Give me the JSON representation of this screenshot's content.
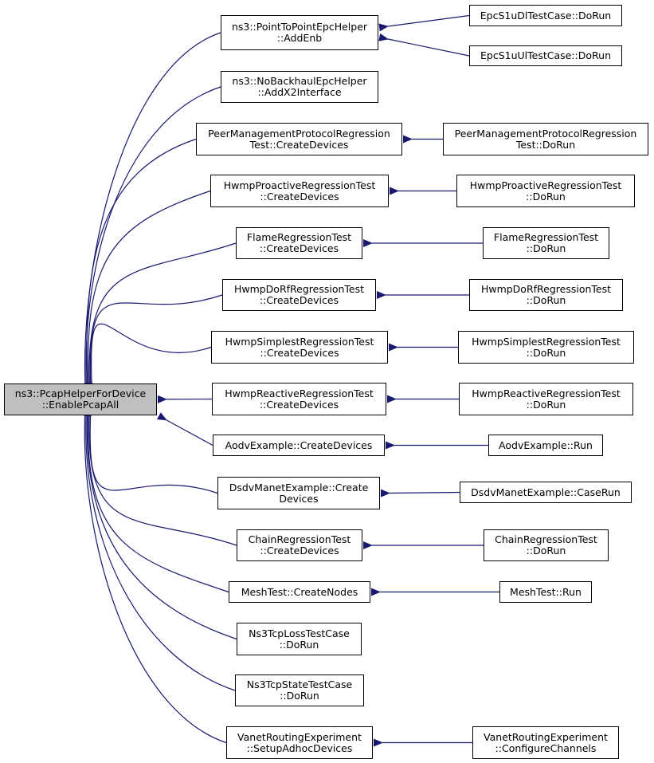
{
  "graph": {
    "root": {
      "id": "root",
      "lines": [
        "ns3::PcapHelperForDevice",
        "::EnablePcapAll"
      ]
    },
    "callers": [
      {
        "id": "c1",
        "lines": [
          "ns3::PointToPointEpcHelper",
          "::AddEnb"
        ]
      },
      {
        "id": "c2",
        "lines": [
          "ns3::NoBackhaulEpcHelper",
          "::AddX2Interface"
        ]
      },
      {
        "id": "c3",
        "lines": [
          "PeerManagementProtocolRegression",
          "Test::CreateDevices"
        ]
      },
      {
        "id": "c4",
        "lines": [
          "HwmpProactiveRegressionTest",
          "::CreateDevices"
        ]
      },
      {
        "id": "c5",
        "lines": [
          "FlameRegressionTest",
          "::CreateDevices"
        ]
      },
      {
        "id": "c6",
        "lines": [
          "HwmpDoRfRegressionTest",
          "::CreateDevices"
        ]
      },
      {
        "id": "c7",
        "lines": [
          "HwmpSimplestRegressionTest",
          "::CreateDevices"
        ]
      },
      {
        "id": "c8",
        "lines": [
          "HwmpReactiveRegressionTest",
          "::CreateDevices"
        ]
      },
      {
        "id": "c9",
        "lines": [
          "AodvExample::CreateDevices"
        ]
      },
      {
        "id": "c10",
        "lines": [
          "DsdvManetExample::Create",
          "Devices"
        ]
      },
      {
        "id": "c11",
        "lines": [
          "ChainRegressionTest",
          "::CreateDevices"
        ]
      },
      {
        "id": "c12",
        "lines": [
          "MeshTest::CreateNodes"
        ]
      },
      {
        "id": "c13",
        "lines": [
          "Ns3TcpLossTestCase",
          "::DoRun"
        ]
      },
      {
        "id": "c14",
        "lines": [
          "Ns3TcpStateTestCase",
          "::DoRun"
        ]
      },
      {
        "id": "c15",
        "lines": [
          "VanetRoutingExperiment",
          "::SetupAdhocDevices"
        ]
      }
    ],
    "outer": [
      {
        "id": "o1a",
        "target": "c1",
        "lines": [
          "EpcS1uDlTestCase::DoRun"
        ]
      },
      {
        "id": "o1b",
        "target": "c1",
        "lines": [
          "EpcS1uUlTestCase::DoRun"
        ]
      },
      {
        "id": "o3",
        "target": "c3",
        "lines": [
          "PeerManagementProtocolRegression",
          "Test::DoRun"
        ]
      },
      {
        "id": "o4",
        "target": "c4",
        "lines": [
          "HwmpProactiveRegressionTest",
          "::DoRun"
        ]
      },
      {
        "id": "o5",
        "target": "c5",
        "lines": [
          "FlameRegressionTest",
          "::DoRun"
        ]
      },
      {
        "id": "o6",
        "target": "c6",
        "lines": [
          "HwmpDoRfRegressionTest",
          "::DoRun"
        ]
      },
      {
        "id": "o7",
        "target": "c7",
        "lines": [
          "HwmpSimplestRegressionTest",
          "::DoRun"
        ]
      },
      {
        "id": "o8",
        "target": "c8",
        "lines": [
          "HwmpReactiveRegressionTest",
          "::DoRun"
        ]
      },
      {
        "id": "o9",
        "target": "c9",
        "lines": [
          "AodvExample::Run"
        ]
      },
      {
        "id": "o10",
        "target": "c10",
        "lines": [
          "DsdvManetExample::CaseRun"
        ]
      },
      {
        "id": "o11",
        "target": "c11",
        "lines": [
          "ChainRegressionTest",
          "::DoRun"
        ]
      },
      {
        "id": "o12",
        "target": "c12",
        "lines": [
          "MeshTest::Run"
        ]
      },
      {
        "id": "o15",
        "target": "c15",
        "lines": [
          "VanetRoutingExperiment",
          "::ConfigureChannels"
        ]
      }
    ],
    "colors": {
      "edge": "#191970",
      "root_fill": "#bfbfbf",
      "node_fill": "#ffffff",
      "border": "#000000"
    }
  }
}
